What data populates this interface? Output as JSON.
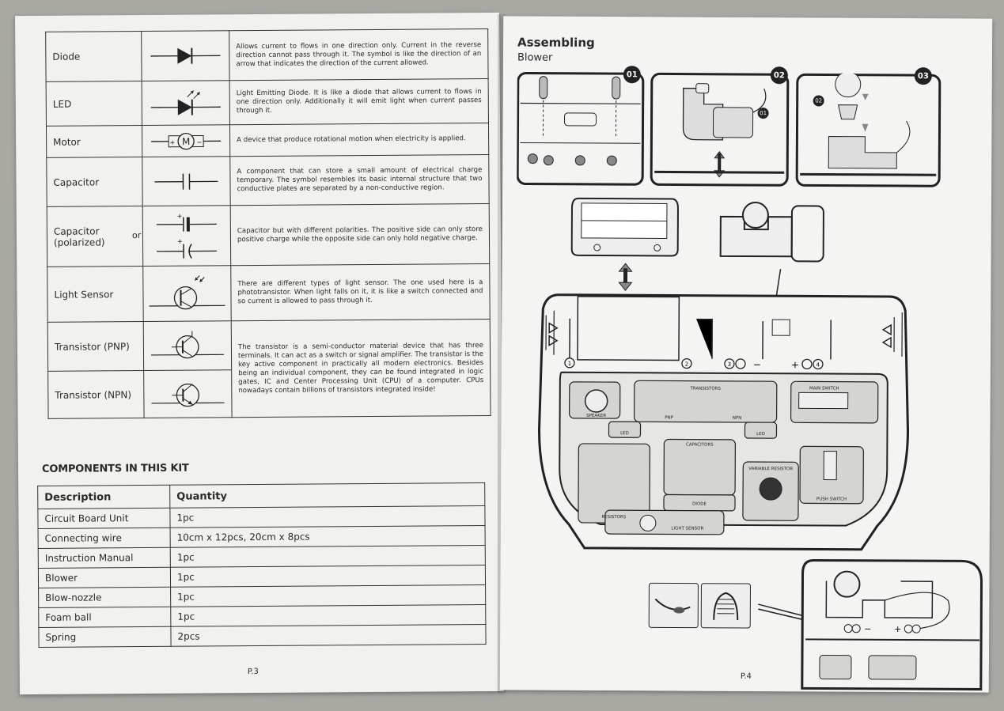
{
  "left_page": {
    "symbols": [
      {
        "name": "Diode",
        "desc": "Allows current to flows in one direction only. Current in the reverse direction cannot pass through it. The symbol is like the direction of an arrow that indicates the direction of the current allowed."
      },
      {
        "name": "LED",
        "desc": "Light Emitting Diode. It is like a diode that allows current to flows in one direction only. Additionally it will emit light when current passes through it."
      },
      {
        "name": "Motor",
        "desc": "A device that produce rotational motion when electricity is applied.",
        "symbol_text": "M"
      },
      {
        "name": "Capacitor",
        "desc": "A component that can store a small amount of electrical charge temporary. The symbol resembles its basic internal structure that two conductive plates are separated by a non-conductive region."
      },
      {
        "name": "Capacitor (polarized)",
        "desc": "Capacitor but with different polarities. The positive side can only store positive charge while the opposite side can only hold negative charge.",
        "or_label": "or"
      },
      {
        "name": "Light Sensor",
        "desc": "There are different types of light sensor. The one used here is a phototransistor. When light falls on it, it is like a switch connected and so current is allowed to pass through it."
      },
      {
        "name": "Transistor (PNP)",
        "desc": "The transistor is a semi-conductor material device that has three terminals. It can act as a switch or signal amplifier. The transistor is the key active component in practically all modern electronics. Besides being an individual component, they can be found integrated in logic gates, IC and Center Processing Unit (CPU) of a computer. CPUs nowadays contain billions of transistors integrated inside!"
      },
      {
        "name": "Transistor (NPN)"
      }
    ],
    "kit_title": "COMPONENTS IN THIS KIT",
    "kit_headers": [
      "Description",
      "Quantity"
    ],
    "kit_rows": [
      [
        "Circuit Board Unit",
        "1pc"
      ],
      [
        "Connecting wire",
        "10cm x 12pcs, 20cm x 8pcs"
      ],
      [
        "Instruction Manual",
        "1pc"
      ],
      [
        "Blower",
        "1pc"
      ],
      [
        "Blow-nozzle",
        "1pc"
      ],
      [
        "Foam ball",
        "1pc"
      ],
      [
        "Spring",
        "2pcs"
      ]
    ],
    "page_number": "P.3"
  },
  "right_page": {
    "title": "Assembling",
    "subtitle": "Blower",
    "steps": [
      "01",
      "02",
      "03"
    ],
    "sub_steps": [
      "01",
      "02"
    ],
    "board_labels": {
      "main_switch": "MAIN SWITCH",
      "transistors": "TRANSISTORS",
      "speaker": "SPEAKER",
      "pnp": "PNP",
      "npn": "NPN",
      "led": "LED",
      "capacitors": "CAPACITORS",
      "variable_resistor": "VARIABLE RESISTOR",
      "resistors": "RESISTORS",
      "diode": "DIODE",
      "light_sensor": "LIGHT SENSOR",
      "push_switch": "PUSH SWITCH"
    },
    "terminal_labels": [
      "1",
      "2",
      "3",
      "4"
    ],
    "plus_sign": "+",
    "minus_sign": "−",
    "page_number": "P.4"
  }
}
